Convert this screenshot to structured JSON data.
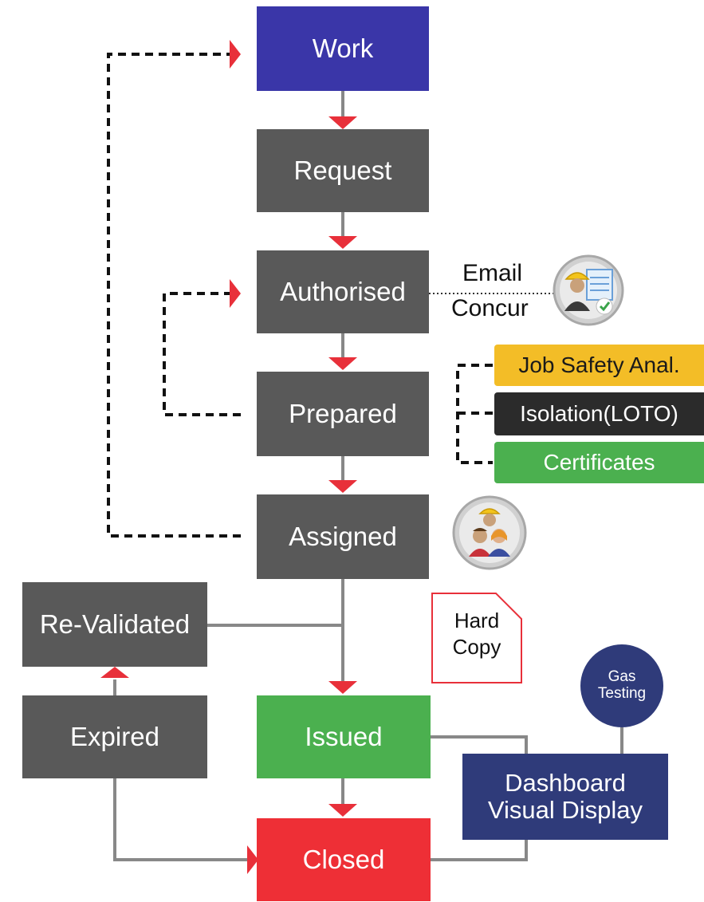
{
  "steps": {
    "work": "Work",
    "request": "Request",
    "authorised": "Authorised",
    "prepared": "Prepared",
    "assigned": "Assigned",
    "revalidated": "Re-Validated",
    "expired": "Expired",
    "issued": "Issued",
    "closed": "Closed"
  },
  "email_concur": {
    "line1": "Email",
    "line2": "Concur"
  },
  "preparation_items": [
    "Job Safety Anal.",
    "Isolation(LOTO)",
    "Certificates"
  ],
  "hard_copy": {
    "line1": "Hard",
    "line2": "Copy"
  },
  "gas_testing": {
    "line1": "Gas",
    "line2": "Testing"
  },
  "dashboard": {
    "line1": "Dashboard",
    "line2": "Visual Display"
  },
  "colors": {
    "step": "#595959",
    "work": "#3a36a8",
    "issued": "#4bb04f",
    "closed": "#ee2f36",
    "dashboard": "#2f3b7a",
    "arrow": "#e8303a",
    "job_safety": "#f3bd27",
    "isolation": "#2b2b2b",
    "certificates": "#4bb04f"
  },
  "icons": [
    "safety-checklist-icon",
    "team-workers-icon"
  ]
}
